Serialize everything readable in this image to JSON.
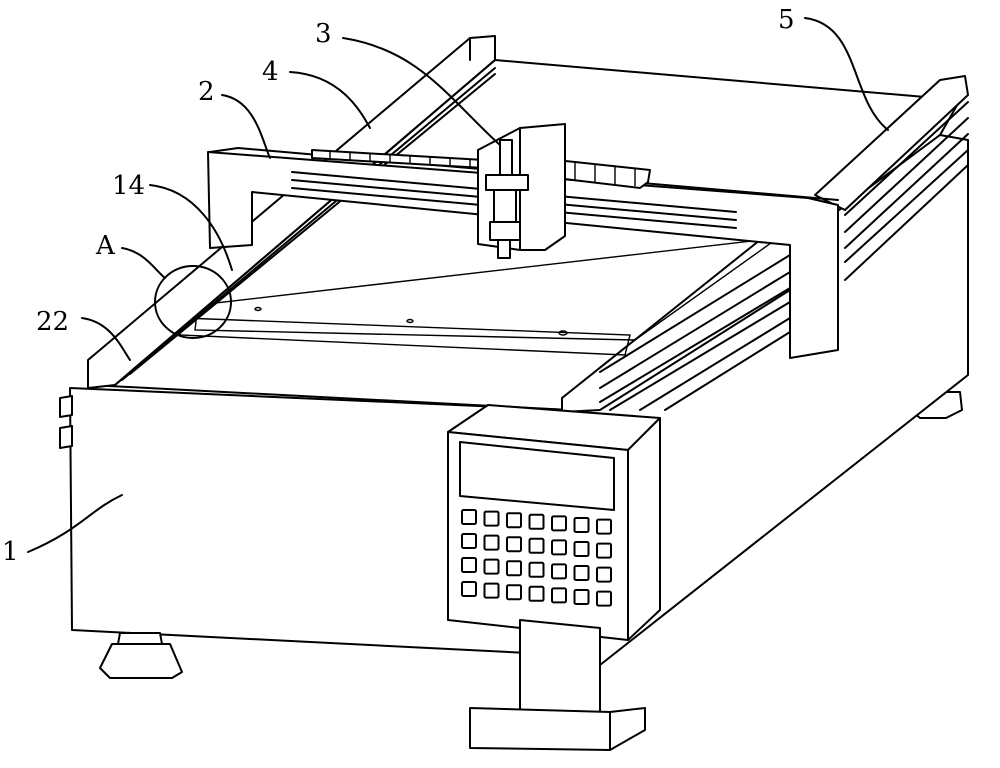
{
  "labels": {
    "l1": "1",
    "l2": "2",
    "l3": "3",
    "l4": "4",
    "l5": "5",
    "l14": "14",
    "l22": "22",
    "lA": "A"
  }
}
